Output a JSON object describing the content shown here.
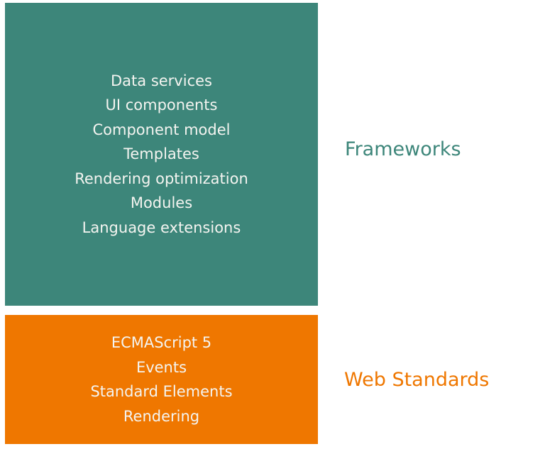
{
  "layers": [
    {
      "name": "Frameworks",
      "color": "#3d867a",
      "items": [
        "Data services",
        "UI components",
        "Component model",
        "Templates",
        "Rendering optimization",
        "Modules",
        "Language extensions"
      ]
    },
    {
      "name": "Web Standards",
      "color": "#ef7700",
      "items": [
        "ECMAScript 5",
        "Events",
        "Standard Elements",
        "Rendering"
      ]
    }
  ]
}
